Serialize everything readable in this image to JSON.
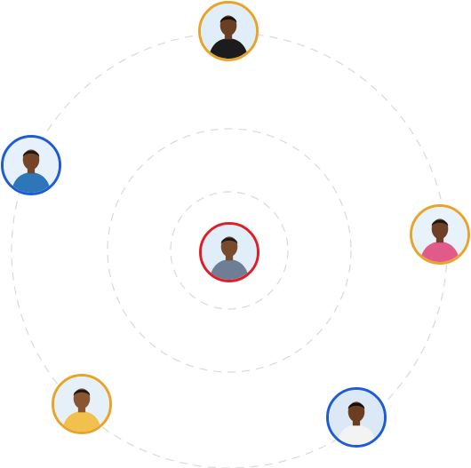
{
  "colors": {
    "ring": "#d9d9d9",
    "accent_orange": "#eaa329",
    "accent_blue": "#1f5bd6",
    "accent_red": "#e01c25"
  },
  "avatars": [
    {
      "id": "center",
      "ring": "#e01c25",
      "bg": "#dfeef8",
      "skin": "#7a4a2c",
      "shirt": "#6d7e95",
      "hair": "#1b1b1b",
      "icon": "person-avatar-icon"
    },
    {
      "id": "top",
      "ring": "#eaa329",
      "bg": "#dfeef8",
      "skin": "#6b3f24",
      "shirt": "#1c1c1c",
      "hair": "#111111",
      "icon": "person-avatar-icon"
    },
    {
      "id": "left",
      "ring": "#1f5bd6",
      "bg": "#e7f1fb",
      "skin": "#744528",
      "shirt": "#2d76b8",
      "hair": "#1a1a1a",
      "icon": "person-avatar-icon"
    },
    {
      "id": "right",
      "ring": "#eaa329",
      "bg": "#e8f2fb",
      "skin": "#6e4126",
      "shirt": "#e05b8a",
      "hair": "#1a1a1a",
      "icon": "person-avatar-icon"
    },
    {
      "id": "bottom-left",
      "ring": "#eaa329",
      "bg": "#e6f0f8",
      "skin": "#8a5532",
      "shirt": "#f2c04c",
      "hair": "#1a1a1a",
      "icon": "person-avatar-icon"
    },
    {
      "id": "bottom-right",
      "ring": "#1f5bd6",
      "bg": "#dbe9f6",
      "skin": "#6b3e22",
      "shirt": "#f3f3f3",
      "hair": "#111111",
      "icon": "person-avatar-icon"
    }
  ]
}
